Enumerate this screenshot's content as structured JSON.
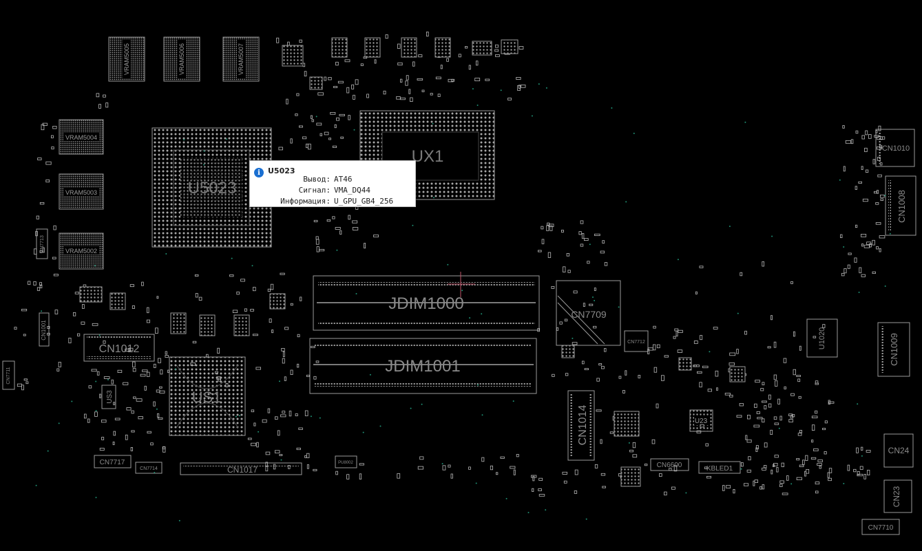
{
  "colors": {
    "background": "#000000",
    "outline": "#9a9a9a",
    "label": "#8e8e8e",
    "pin": "#b8b8b8",
    "via": "#1f8f73",
    "crosshair": "#c0566a",
    "info_icon": "#1a6fd1"
  },
  "components": {
    "u5023": "U5023",
    "ux1": "UX1",
    "us1": "US1",
    "us3": "US3",
    "u1020": "U1020",
    "u23": "U23",
    "vram5004": "VRAM5004",
    "vram5003": "VRAM5003",
    "vram5002": "VRAM5002",
    "vram5005": "VRAM5005",
    "vram5006": "VRAM5006",
    "vram5007": "VRAM5007",
    "jdim1000": "JDIM1000",
    "jdim1001": "JDIM1001",
    "cn1010": "CN1010",
    "cn1008": "CN1008",
    "cn1009": "CN1009",
    "cn1012": "CN1012",
    "cn1014": "CN1014",
    "cn1017": "CN1017",
    "cn7709": "CN7709",
    "cn7713": "CN7713",
    "cn7711": "CN7711",
    "cn7717": "CN7717",
    "cn7714": "CN7714",
    "cn7712": "CN7712",
    "cn6600": "CN6600",
    "kbled1": "KBLED1",
    "cn24": "CN24",
    "cn23": "CN23",
    "cn7710": "CN7710",
    "cn1001": "CN1001",
    "pu8002": "PU8002"
  },
  "tooltip": {
    "icon": "info-icon",
    "title": "U5023",
    "rows": [
      {
        "label": "Вывод:",
        "value": "AT46"
      },
      {
        "label": "Сигнал:",
        "value": "VMA_DQ44"
      },
      {
        "label": "Информация:",
        "value": "U_GPU_GB4_256"
      }
    ]
  }
}
